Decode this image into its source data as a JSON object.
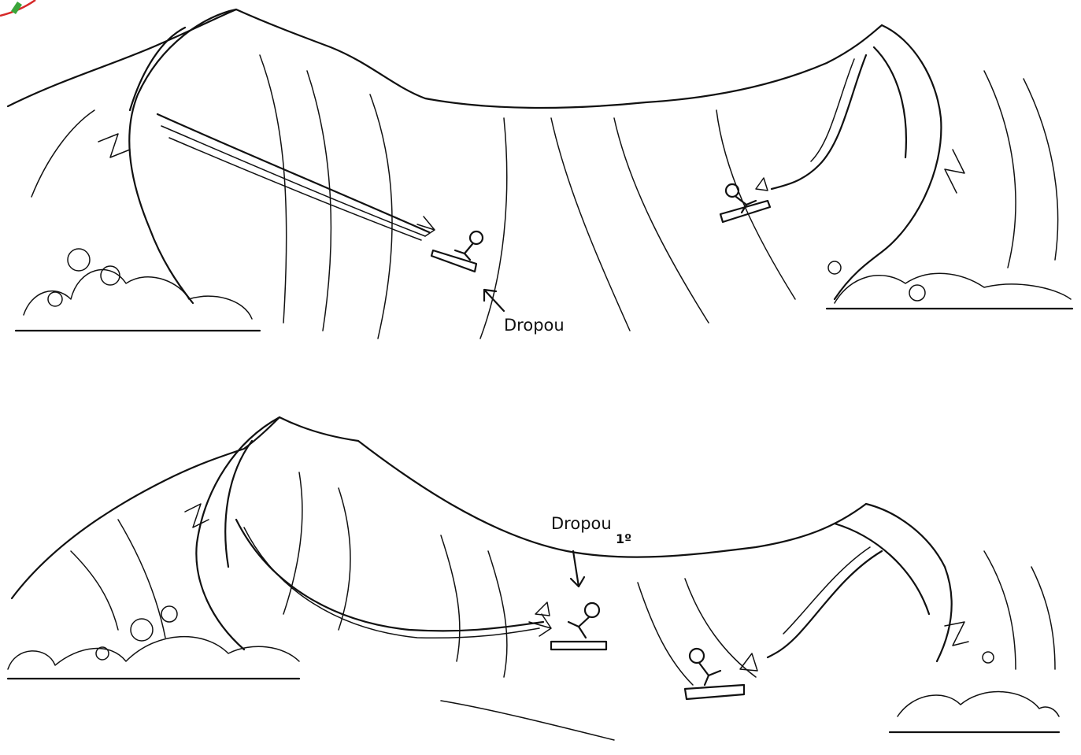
{
  "labels": {
    "top_panel_label": "Dropou",
    "bottom_panel_label": "Dropou",
    "bottom_panel_ordinal": "1º"
  },
  "colors": {
    "ink": "#111111",
    "paper": "#ffffff",
    "corner_mark_red": "#d62828",
    "corner_mark_green": "#3aa53a"
  },
  "icons": [
    "wave-illustration",
    "surfer-figure",
    "arrow-icon",
    "foam-splash"
  ]
}
